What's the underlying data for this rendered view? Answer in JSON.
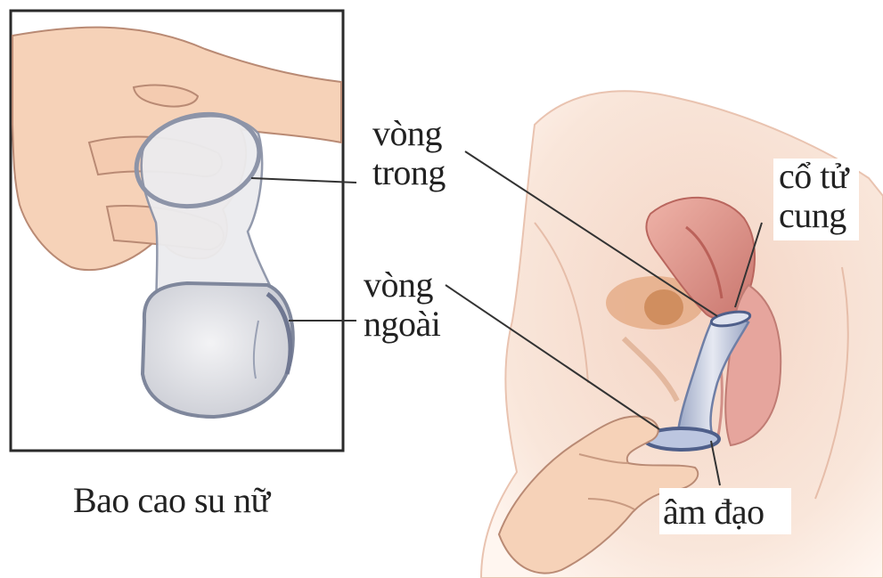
{
  "caption": "Bao cao su nữ",
  "labels": {
    "inner_ring": [
      "vòng",
      "trong"
    ],
    "outer_ring": [
      "vòng",
      "ngoài"
    ],
    "cervix": [
      "cổ tử",
      "cung"
    ],
    "vagina": [
      "âm đạo"
    ]
  },
  "colors": {
    "frame": "#2a2a2a",
    "skin": "#f6d2b8",
    "skin_shadow": "#e4a98a",
    "condom": "#e8e8ec",
    "condom_edge": "#8d94a8",
    "body": "#f8e4d6",
    "tissue": "#d98f86",
    "leader_line": "#333333"
  }
}
